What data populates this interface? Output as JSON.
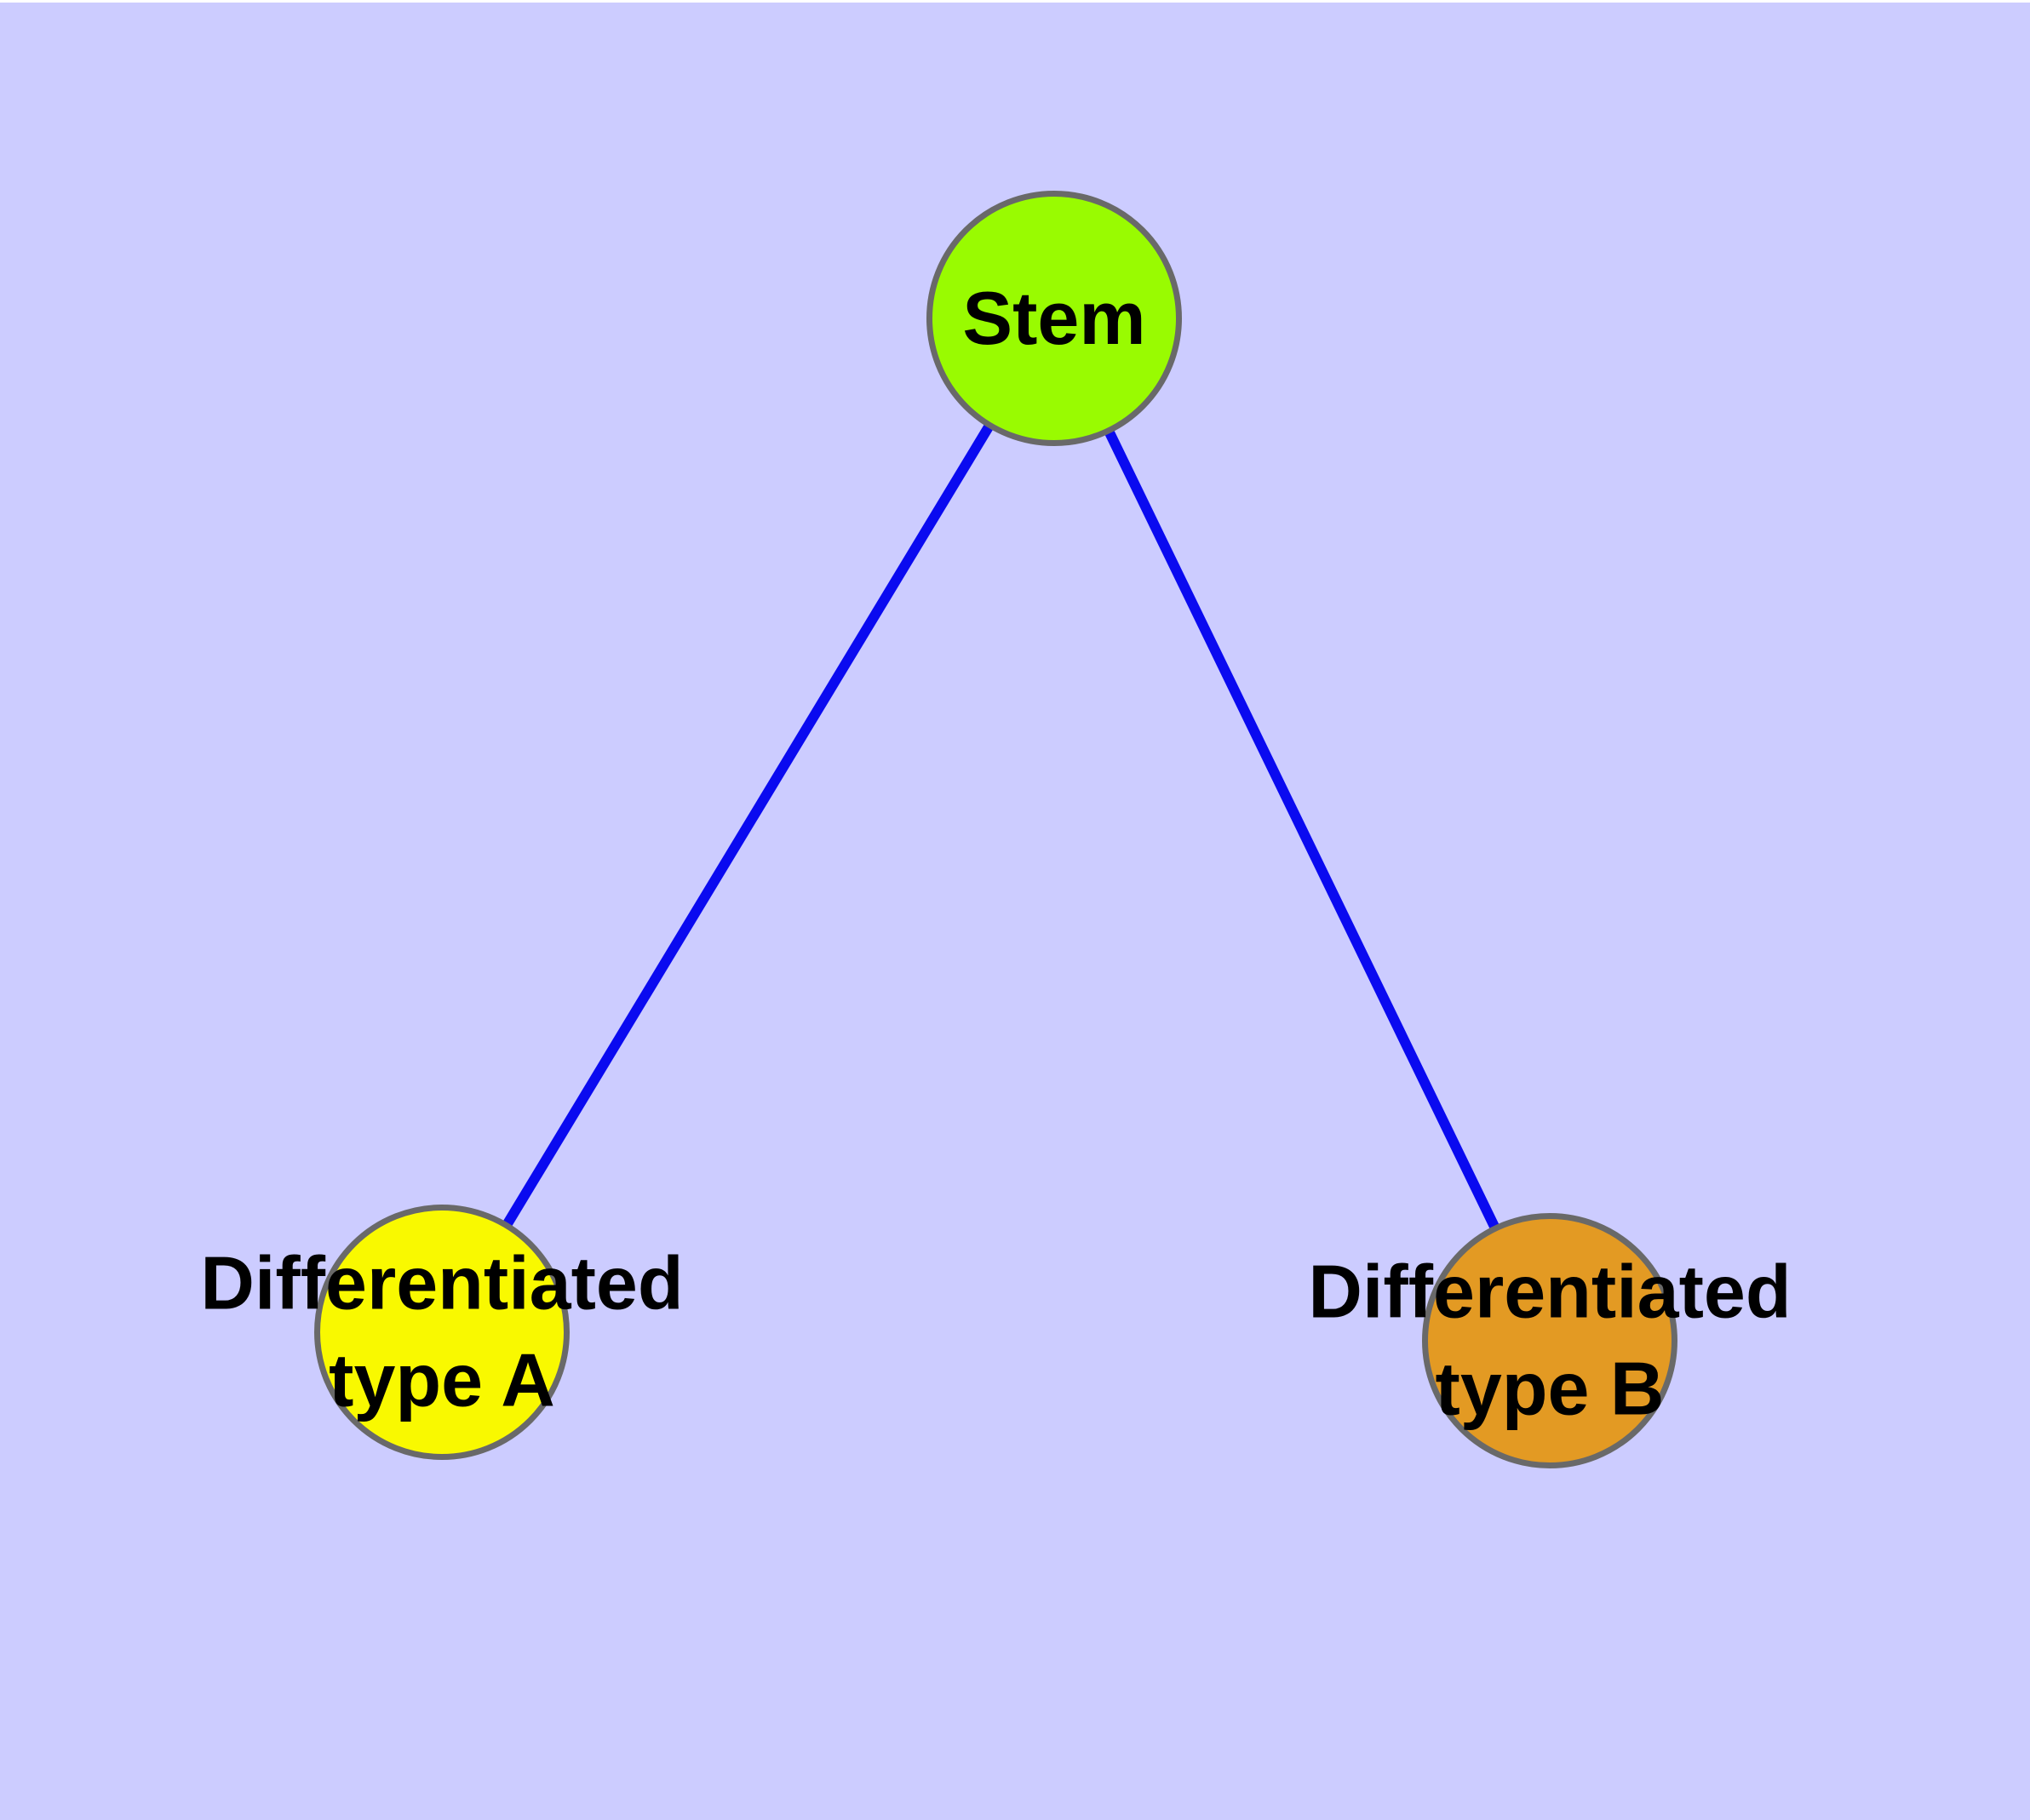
{
  "diagram": {
    "background_color": "#CCCCFF",
    "top_margin_color": "#FFFFFF",
    "edge_color": "#0A0AF0",
    "node_border_color": "#696969",
    "text_color": "#000000",
    "nodes": [
      {
        "id": "stem",
        "label": "Stem",
        "fill": "#99FB01"
      },
      {
        "id": "type-a",
        "label": "Differentiated\ntype A",
        "fill": "#F9F900"
      },
      {
        "id": "type-b",
        "label": "Differentiated\ntype B",
        "fill": "#E39A23"
      }
    ],
    "edges": [
      {
        "from": "stem",
        "to": "type-a"
      },
      {
        "from": "stem",
        "to": "type-b"
      }
    ]
  }
}
